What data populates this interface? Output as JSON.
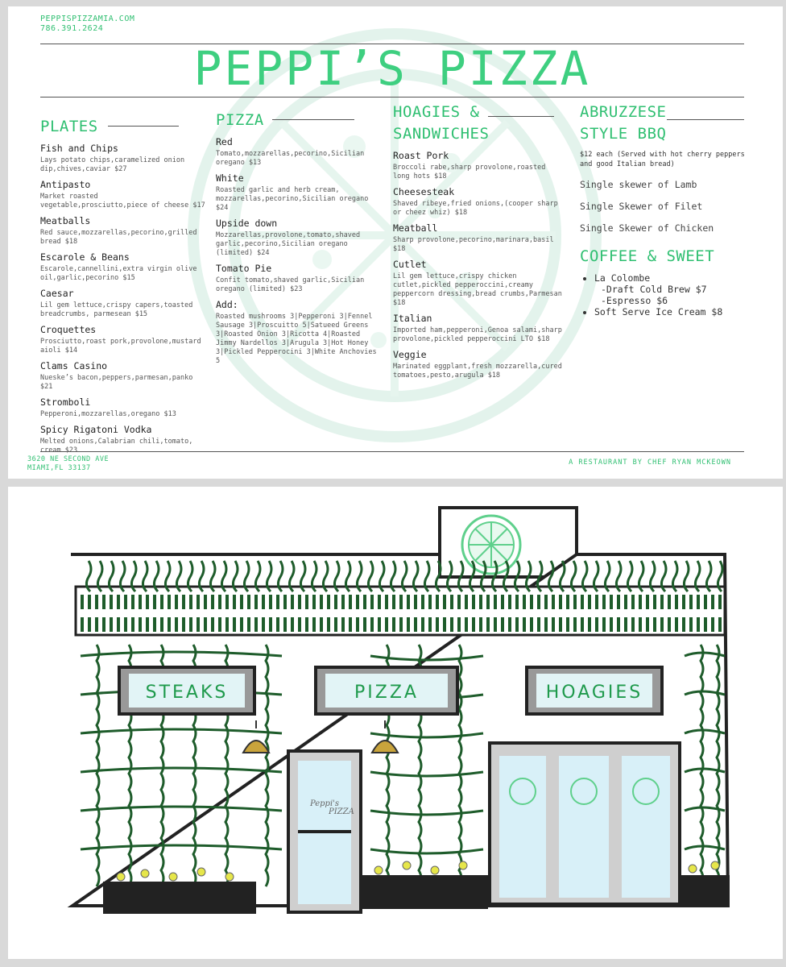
{
  "menu": {
    "website": "PEPPISPIZZAMIA.COM",
    "phone": "786.391.2624",
    "title": "PEPPI’S PIZZA",
    "address_line1": "3620 NE SECOND AVE",
    "address_line2": "MIAMI,FL 33137",
    "tagline": "A RESTAURANT BY CHEF RYAN MCKEOWN",
    "plates": {
      "heading": "PLATES",
      "items": [
        {
          "name": "Fish and Chips",
          "desc": "Lays potato chips,caramelized onion dip,chives,caviar $27"
        },
        {
          "name": "Antipasto",
          "desc": "Market roasted vegetable,prosciutto,piece of cheese $17"
        },
        {
          "name": "Meatballs",
          "desc": "Red sauce,mozzarellas,pecorino,grilled bread $18"
        },
        {
          "name": "Escarole & Beans",
          "desc": "Escarole,cannellini,extra virgin olive oil,garlic,pecorino $15"
        },
        {
          "name": "Caesar",
          "desc": "Lil gem lettuce,crispy capers,toasted breadcrumbs, parmesean $15"
        },
        {
          "name": "Croquettes",
          "desc": "Prosciutto,roast pork,provolone,mustard aioli $14"
        },
        {
          "name": "Clams Casino",
          "desc": "Nueske’s bacon,peppers,parmesan,panko $21"
        },
        {
          "name": "Stromboli",
          "desc": "Pepperoni,mozzarellas,oregano $13"
        },
        {
          "name": "Spicy Rigatoni Vodka",
          "desc": "Melted onions,Calabrian chili,tomato, cream $23"
        }
      ]
    },
    "pizza": {
      "heading": "PIZZA",
      "items": [
        {
          "name": "Red",
          "desc": "Tomato,mozzarellas,pecorino,Sicilian oregano $13"
        },
        {
          "name": "White",
          "desc": "Roasted garlic and herb cream, mozzarellas,pecorino,Sicilian oregano $24"
        },
        {
          "name": "Upside down",
          "desc": "Mozzarellas,provolone,tomato,shaved garlic,pecorino,Sicilian oregano (limited) $24"
        },
        {
          "name": "Tomato Pie",
          "desc": "Confit tomato,shaved garlic,Sicilian oregano (limited) $23"
        },
        {
          "name": "Add:",
          "desc": "Roasted mushrooms 3|Pepperoni 3|Fennel Sausage 3|Proscuitto 5|Satueed Greens 3|Roasted Onion 3|Ricotta 4|Roasted Jimmy Nardellos 3|Arugula 3|Hot Honey 3|Pickled Pepperocini 3|White Anchovies 5"
        }
      ]
    },
    "hoagies": {
      "heading_line1": "HOAGIES &",
      "heading_line2": "SANDWICHES",
      "items": [
        {
          "name": "Roast Pork",
          "desc": "Broccoli rabe,sharp provolone,roasted long hots $18"
        },
        {
          "name": "Cheesesteak",
          "desc": "Shaved ribeye,fried onions,(cooper sharp or cheez whiz) $18"
        },
        {
          "name": "Meatball",
          "desc": "Sharp provolone,pecorino,marinara,basil $18"
        },
        {
          "name": "Cutlet",
          "desc": "Lil gem lettuce,crispy chicken cutlet,pickled pepperoccini,creamy peppercorn dressing,bread crumbs,Parmesan $18"
        },
        {
          "name": "Italian",
          "desc": "Imported ham,pepperoni,Genoa salami,sharp provolone,pickled pepperoccini LTO $18"
        },
        {
          "name": "Veggie",
          "desc": "Marinated eggplant,fresh mozzarella,cured tomatoes,pesto,arugula $18"
        }
      ]
    },
    "bbq": {
      "heading_line1": "ABRUZZESE",
      "heading_line2": "STYLE BBQ",
      "note": "$12 each (Served with hot cherry peppers and good Italian bread)",
      "items": [
        "Single skewer of Lamb",
        "Single Skewer of Filet",
        "Single Skewer of Chicken"
      ]
    },
    "coffee": {
      "heading": "COFFEE & SWEET",
      "brand": "La Colombe",
      "cold_brew": "-Draft Cold Brew $7",
      "espresso": "-Espresso $6",
      "soft_serve": "Soft Serve Ice Cream $8"
    }
  },
  "storefront": {
    "sign_left": "STEAKS",
    "sign_center": "PIZZA",
    "sign_right": "HOAGIES",
    "door_logo": "Peppi's",
    "door_logo_sub": "PIZZA"
  }
}
